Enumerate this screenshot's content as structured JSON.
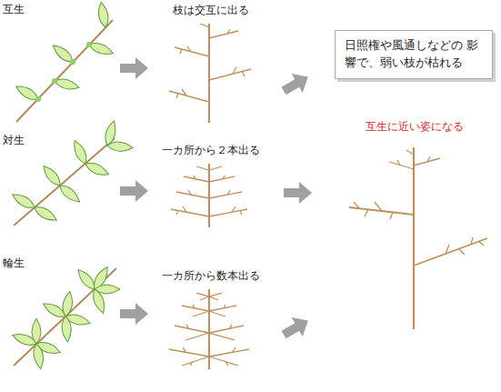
{
  "diagram": {
    "nodes": [
      {
        "text": [
          "日照権や風通しなどの 影響で、弱い枝が枯れる"
        ]
      }
    ],
    "labels": [
      "互生",
      "対生",
      "輪生",
      "枝は交互に出る",
      "一カ所から２本出る",
      "一カ所から数本出る",
      "互生に近い姿になる"
    ]
  }
}
